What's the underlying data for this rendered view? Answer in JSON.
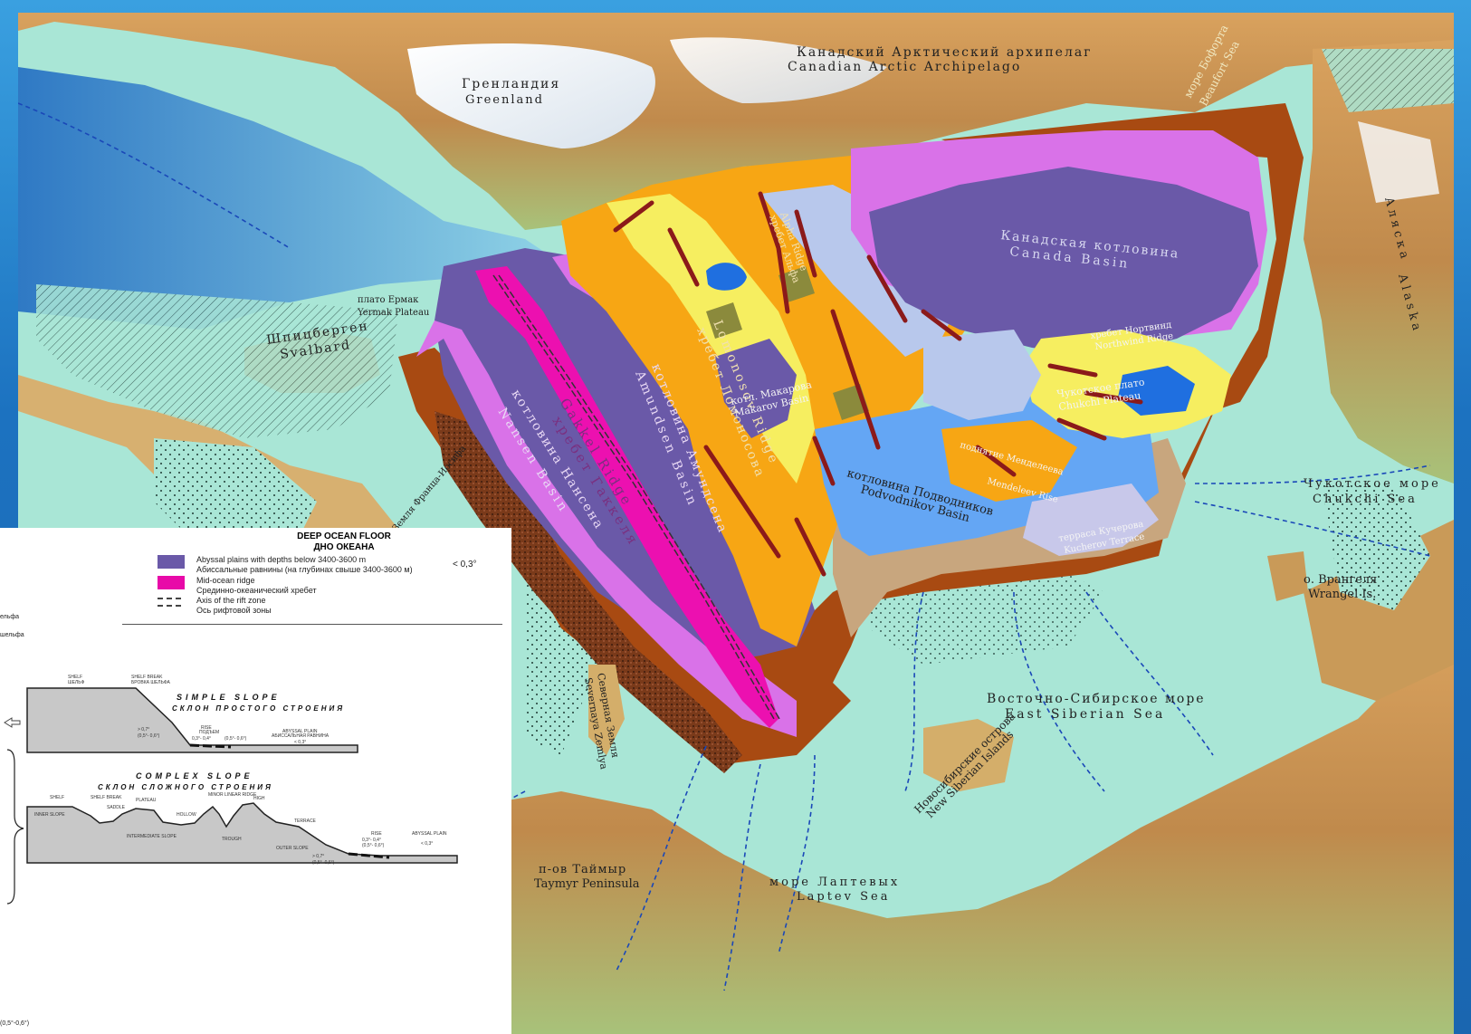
{
  "map": {
    "labels": {
      "greenland_ru": "Гренландия",
      "greenland_en": "Greenland",
      "caa_ru": "Канадский   Арктический   архипелаг",
      "caa_en": "Canadian   Arctic   Archipelago",
      "beaufort_ru": "море Бофорта",
      "beaufort_en": "Beaufort Sea",
      "alaska_ru": "Аляска",
      "alaska_en": "Alaska",
      "canada_basin_ru": "Канадская  котловина",
      "canada_basin_en": "Canada  Basin",
      "yermak_ru": "плато Ермак",
      "yermak_en": "Yermak Plateau",
      "svalbard_ru": "Шпицберген",
      "svalbard_en": "Svalbard",
      "nansen_ru": "котловина Нансена",
      "nansen_en": "Nansen  Basin",
      "gakkel_ru": "хребет Гаккеля",
      "gakkel_en": "Gakkel  Ridge",
      "amundsen_ru": "котловина  Амундсена",
      "amundsen_en": "Amundsen  Basin",
      "lomonosov_ru": "хребет Ломоносова",
      "lomonosov_en": "Lomonosov  Ridge",
      "alpha_ru": "хребет Альфа",
      "alpha_en": "Alpha Ridge",
      "makarov_ru": "котл. Макарова",
      "makarov_en": "Makarov Basin",
      "podvodnikov_ru": "котловина Подводников",
      "podvodnikov_en": "Podvodnikov   Basin",
      "northwind_ru": "хребет Нортвинд",
      "northwind_en": "Northwind Ridge",
      "chukchi_plateau_ru": "Чукотское плато",
      "chukchi_plateau_en": "Chukchi Plateau",
      "mendeleev_ru": "поднятие Менделеева",
      "mendeleev_en": "Mendeleev Rise",
      "kucherov_ru": "терраса Кучерова",
      "kucherov_en": "Kucherov Terrace",
      "chukchi_sea_ru": "Чукотское море",
      "chukchi_sea_en": "Chukchi Sea",
      "wrangel_ru": "о. Врангеля",
      "wrangel_en": "Wrangel Is.",
      "ess_ru": "Восточно-Сибирское море",
      "ess_en": "East  Siberian  Sea",
      "nsi_ru": "Новосибирские острова",
      "nsi_en": "New Siberian Islands",
      "severnaya_ru": "Северная Земля",
      "severnaya_en": "Severnaya Zemlya",
      "zfj_ru": "Земля Франца-Иосифа",
      "taymyr_ru": "п-ов Таймыр",
      "taymyr_en": "Taymyr Peninsula",
      "laptev_ru": "море Лаптевых",
      "laptev_en": "Laptev  Sea"
    }
  },
  "legend": {
    "title_en": "DEEP OCEAN FLOOR",
    "title_ru": "ДНО ОКЕАНА",
    "items": [
      {
        "en": "Abyssal plains with depths below 3400-3600 m",
        "ru": "Абиссальные равнины (на глубинах свыше 3400-3600 м)",
        "color": "#6a59a8"
      },
      {
        "en": "Mid-ocean ridge",
        "ru": "Срединно-океанический хребет",
        "color": "#e80aa8"
      },
      {
        "en": "Axis of the rift zone",
        "ru": "Ось рифтовой зоны",
        "color": "#444444"
      }
    ],
    "slope_note": "< 0,3°",
    "left_fragment_1": "ельфа",
    "left_fragment_2": "шельфа",
    "bottom_fragment": "(0,5°-0,6°)",
    "simple_slope": {
      "title_en": "SIMPLE   SLOPE",
      "title_ru": "СКЛОН ПРОСТОГО СТРОЕНИЯ",
      "shelf": "SHELF",
      "shelf_ru": "ШЕЛЬФ",
      "shelf_break": "SHELF BREAK",
      "shelf_break_ru": "БРОВКА ШЕЛЬФА",
      "angle": "> 0,7°",
      "angle_sub": "(0,5°- 0,6°)",
      "rise": "RISE",
      "rise_ru": "ПОДЪЕМ",
      "rise_angle": "0,3°- 0,4°",
      "rise_sub": "(0,5°- 0,6°)",
      "plain": "ABYSSAL PLAIN",
      "plain_ru": "АБИССАЛЬНАЯ РАВНИНА",
      "plain_angle": "< 0,3°"
    },
    "complex_slope": {
      "title_en": "COMPLEX   SLOPE",
      "title_ru": "СКЛОН   СЛОЖНОГО   СТРОЕНИЯ",
      "shelf": "SHELF",
      "shelf_break": "SHELF BREAK",
      "saddle": "SADDLE",
      "plateau": "PLATEAU",
      "hollow": "HOLLOW",
      "ridge": "MINOR LINEAR RIDGE",
      "high": "HIGH",
      "trough": "TROUGH",
      "terrace": "TERRACE",
      "inner": "INNER SLOPE",
      "intermediate": "INTERMEDIATE SLOPE",
      "outer": "OUTER SLOPE",
      "outer_angle": "> 0,7°",
      "outer_sub": "(0,5°- 0,6°)",
      "rise": "RISE",
      "rise_angle": "0,3°- 0,4°",
      "rise_sub": "(0,5°- 0,6°)",
      "plain": "ABYSSAL PLAIN",
      "plain_angle": "< 0,3°"
    }
  }
}
